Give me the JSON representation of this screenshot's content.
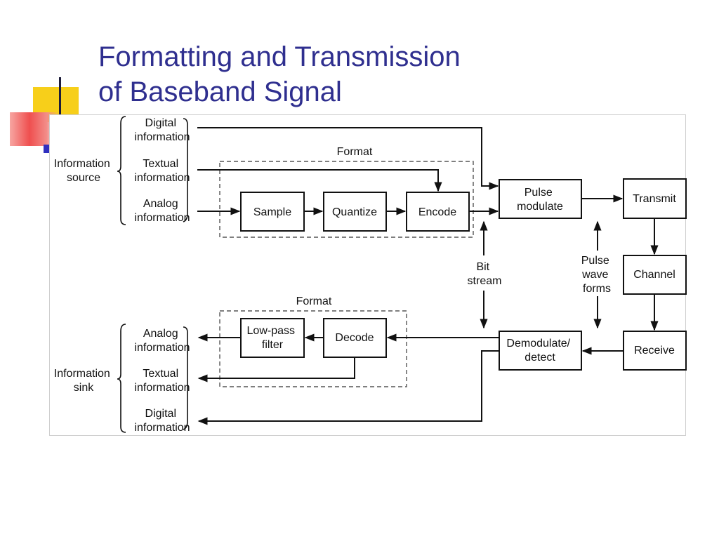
{
  "slide": {
    "title_line1": "Formatting and Transmission",
    "title_line2": "of Baseband Signal",
    "title_color": "#2f2f8f"
  },
  "diagram": {
    "source": {
      "group_label_line1": "Information",
      "group_label_line2": "source",
      "digital": [
        "Digital",
        "information"
      ],
      "textual": [
        "Textual",
        "information"
      ],
      "analog": [
        "Analog",
        "information"
      ]
    },
    "format_top_label": "Format",
    "sample": "Sample",
    "quantize": "Quantize",
    "encode": "Encode",
    "pulse_modulate": [
      "Pulse",
      "modulate"
    ],
    "transmit": "Transmit",
    "channel": "Channel",
    "receive": "Receive",
    "demodulate": [
      "Demodulate/",
      "detect"
    ],
    "bit_stream": [
      "Bit",
      "stream"
    ],
    "pulse_waveforms": [
      "Pulse",
      "wave",
      "forms"
    ],
    "format_bottom_label": "Format",
    "lowpass": [
      "Low-pass",
      "filter"
    ],
    "decode": "Decode",
    "sink": {
      "group_label_line1": "Information",
      "group_label_line2": "sink",
      "analog": [
        "Analog",
        "information"
      ],
      "textual": [
        "Textual",
        "information"
      ],
      "digital": [
        "Digital",
        "information"
      ]
    }
  }
}
